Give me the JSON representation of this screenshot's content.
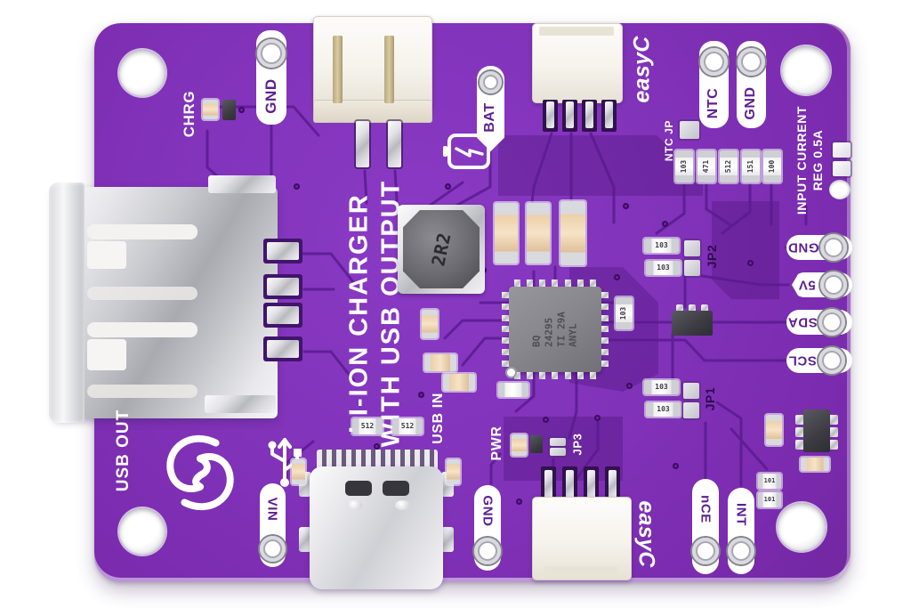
{
  "board": {
    "description": "Purple Li-Ion battery charger PCB with USB output, photographed on white background",
    "colors": {
      "pcb": "#8133ba",
      "trace": "#5a1b90",
      "copper_pour": "#46106f",
      "silkscreen": "#ffffff",
      "connector_plastic": "#f6f3ec",
      "metal": "#d9d9de",
      "capacitor_body": "#ecd0a8",
      "ic_body": "#87868c"
    }
  },
  "silk": {
    "chrg": "CHRG",
    "gnd": "GND",
    "bat": "BAT",
    "easyc": "easyC",
    "ntc": "NTC",
    "ntc_jp": "NTC JP",
    "input_current": "INPUT CURRENT",
    "reg": "REG 0.5A",
    "five_v": "5V",
    "sda": "SDA",
    "scl": "SCL",
    "title1": "LI-ION CHARGER",
    "title2": "WITH USB OUTPUT",
    "usb_in": "USB IN",
    "pwr": "PWR",
    "jp1": "JP1",
    "jp2": "JP2",
    "jp3": "JP3",
    "usb_out": "USB OUT",
    "vin": "VIN",
    "nce": "nCE",
    "int": "INT"
  },
  "parts": {
    "inductor_marking": "2R2",
    "ic_marking": [
      "BQ",
      "24295",
      "TI 29A",
      "ANYL"
    ],
    "resistor_row": [
      "103",
      "471",
      "512",
      "151",
      "100"
    ],
    "resistor_pair_mid": [
      "512",
      "512"
    ],
    "jp2_resistors": [
      "103",
      "103"
    ],
    "jp1_resistors": [
      "103",
      "103"
    ],
    "chip_resistor": "103",
    "int_resistors": [
      "101",
      "101"
    ]
  },
  "icons": {
    "battery": "battery-charging-icon",
    "usb": "usb-trident-icon",
    "logo": "soldered-logo"
  }
}
